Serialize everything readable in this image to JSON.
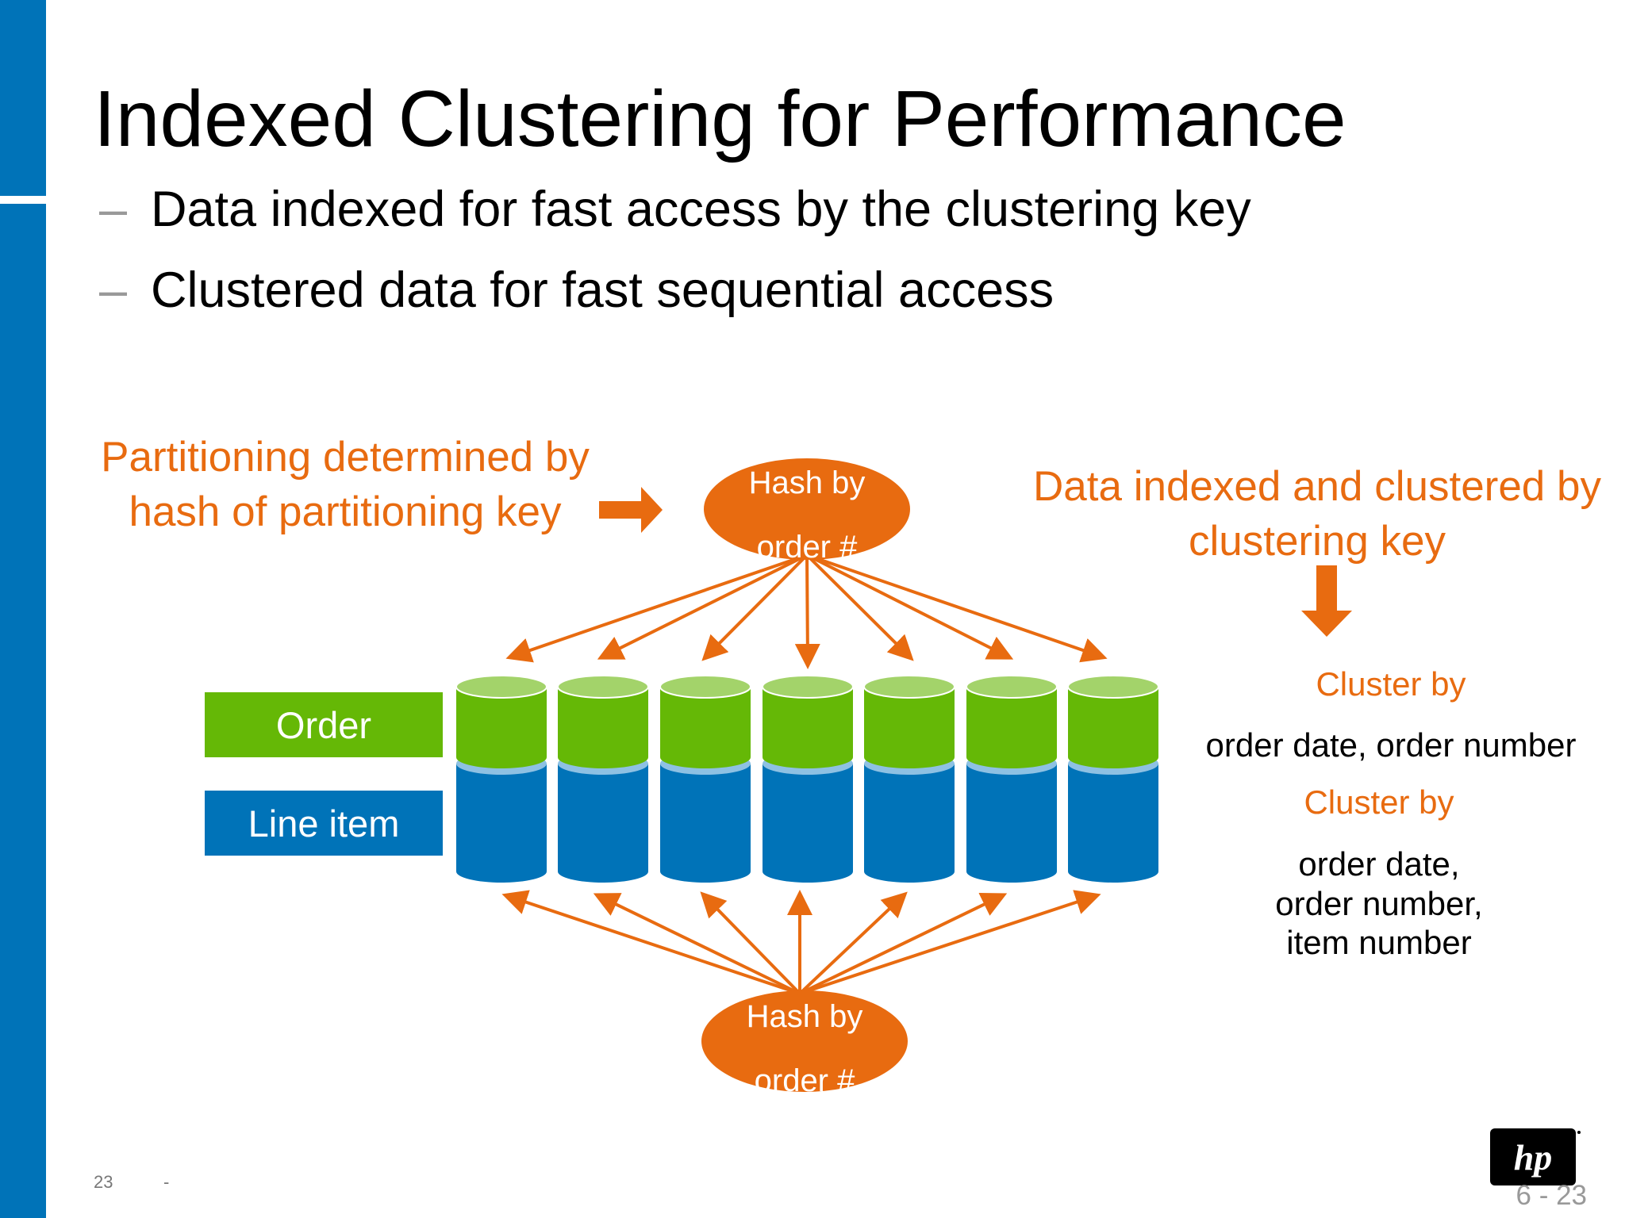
{
  "slide": {
    "title": "Indexed Clustering for Performance",
    "bullets": [
      {
        "dash": "–",
        "text": "Data indexed for fast access by the clustering key"
      },
      {
        "dash": "–",
        "text": "Clustered data for fast sequential access"
      }
    ]
  },
  "diagram": {
    "partitioning_note": "Partitioning determined by hash of partitioning key",
    "indexing_note": "Data indexed and clustered by clustering key",
    "hash_top": {
      "line1": "Hash by",
      "line2": "order #"
    },
    "hash_bottom": {
      "line1": "Hash by",
      "line2": "order #"
    },
    "legend": {
      "order": "Order",
      "line_item": "Line item"
    },
    "cluster": {
      "order_heading": "Cluster by",
      "order_keys": "order date, order number",
      "line_item_heading": "Cluster by",
      "line_item_keys_1": "order date,",
      "line_item_keys_2": "order number,",
      "line_item_keys_3": "item number"
    },
    "colors": {
      "orange": "#e86b10",
      "green": "#65b806",
      "green_top": "#a3d36a",
      "blue": "#0073b8",
      "blue_light": "#8ec1e3"
    }
  },
  "footer": {
    "slide_number": "23",
    "separator": "-",
    "page_code": "6 - 23",
    "logo_text": "hp"
  },
  "icons": {
    "logo": "hp-logo-icon"
  }
}
